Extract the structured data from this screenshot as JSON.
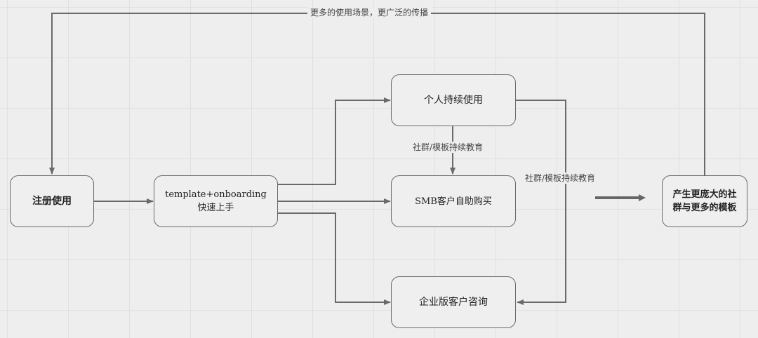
{
  "nodes": {
    "register": {
      "label": "注册使用"
    },
    "template": {
      "line1": "template+onboarding",
      "line2": "快速上手"
    },
    "personal": {
      "label": "个人持续使用"
    },
    "smb": {
      "label": "SMB客户自助购买"
    },
    "enterprise": {
      "label": "企业版客户咨询"
    },
    "result": {
      "line1": "产生更庞大的社",
      "line2": "群与更多的模板"
    }
  },
  "edge_labels": {
    "feedback_loop": "更多的使用场景，更广泛的传播",
    "personal_to_smb": "社群/模板持续教育",
    "to_result": "社群/模板持续教育"
  },
  "colors": {
    "line": "#6a6a6a",
    "thick_arrow": "#666666",
    "background": "#eeeeee"
  }
}
